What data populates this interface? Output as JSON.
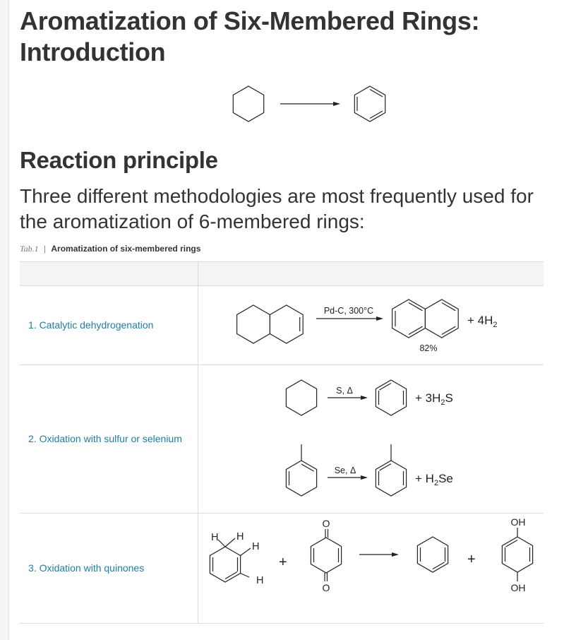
{
  "header": {
    "title": "Aromatization of Six-Membered Rings: Introduction"
  },
  "section": {
    "heading": "Reaction principle",
    "intro": "Three different methodologies are most frequently used for the aromatization of 6-membered rings:"
  },
  "table": {
    "label": "Tab.1",
    "separator": "|",
    "title": "Aromatization of six-membered rings",
    "rows": [
      {
        "method": "1. Catalytic dehydrogenation",
        "conditions": "Pd-C, 300°C",
        "byproduct": "+ 4H",
        "byproduct_sub": "2",
        "yield": "82%"
      },
      {
        "method": "2. Oxidation with sulfur or selenium",
        "conditions_1": "S, Δ",
        "byproduct_1_a": "+ 3H",
        "byproduct_1_sub": "2",
        "byproduct_1_b": "S",
        "conditions_2": "Se, Δ",
        "byproduct_2_a": "+ H",
        "byproduct_2_sub": "2",
        "byproduct_2_b": "Se"
      },
      {
        "method": "3. Oxidation with quinones",
        "atom_h": "H",
        "plus": "+",
        "atom_o": "O",
        "atom_oh": "OH"
      }
    ]
  }
}
